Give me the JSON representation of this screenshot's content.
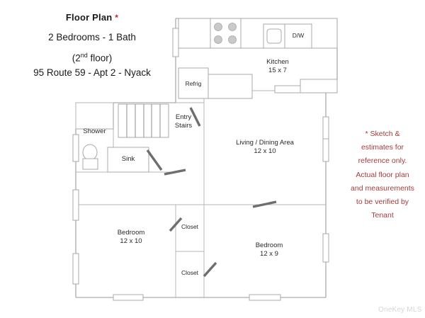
{
  "header": {
    "title": "Floor Plan",
    "title_asterisk": "*",
    "line2": "2 Bedrooms  -  1 Bath",
    "line3_prefix": "(2",
    "line3_sup": "nd",
    "line3_suffix": " floor)",
    "line4": "95 Route 59  -  Apt 2  -  Nyack"
  },
  "disclaimer": {
    "lines": [
      "* Sketch &",
      "estimates for",
      "reference only.",
      "Actual floor plan",
      "and measurements",
      "to be verified by",
      "Tenant"
    ],
    "color": "#a33b3b"
  },
  "watermark": {
    "text": "OneKey MLS",
    "color": "#d6d6d6"
  },
  "rooms": [
    {
      "name": "Kitchen",
      "dimensions": "15 x 7"
    },
    {
      "name": "Living / Dining Area",
      "dimensions": "12 x 10"
    },
    {
      "name": "Bedroom",
      "dimensions": "12 x 10"
    },
    {
      "name": "Bedroom",
      "dimensions": "12 x 9"
    }
  ],
  "fixtures": [
    {
      "label": "Refrig"
    },
    {
      "label": "D/W"
    },
    {
      "label": "Shower"
    },
    {
      "label": "Sink"
    },
    {
      "label": "Closet"
    },
    {
      "label": "Closet"
    },
    {
      "label": "Entry\nStairs"
    }
  ],
  "fixture_labels": {
    "refrigerator": "Refrig",
    "dishwasher": "D/W",
    "shower": "Shower",
    "bath_sink": "Sink",
    "closet_upper": "Closet",
    "closet_lower": "Closet",
    "entry_stairs_line1": "Entry",
    "entry_stairs_line2": "Stairs"
  },
  "colors": {
    "wall": "#9a9a9a",
    "fixture_outline": "#a8a8a8",
    "door_marker": "#6e6e6e",
    "text": "#2a2a2a",
    "accent_red": "#a33b3b"
  },
  "stairs": {
    "tread_count": 6
  },
  "stove": {
    "burner_count": 4
  }
}
